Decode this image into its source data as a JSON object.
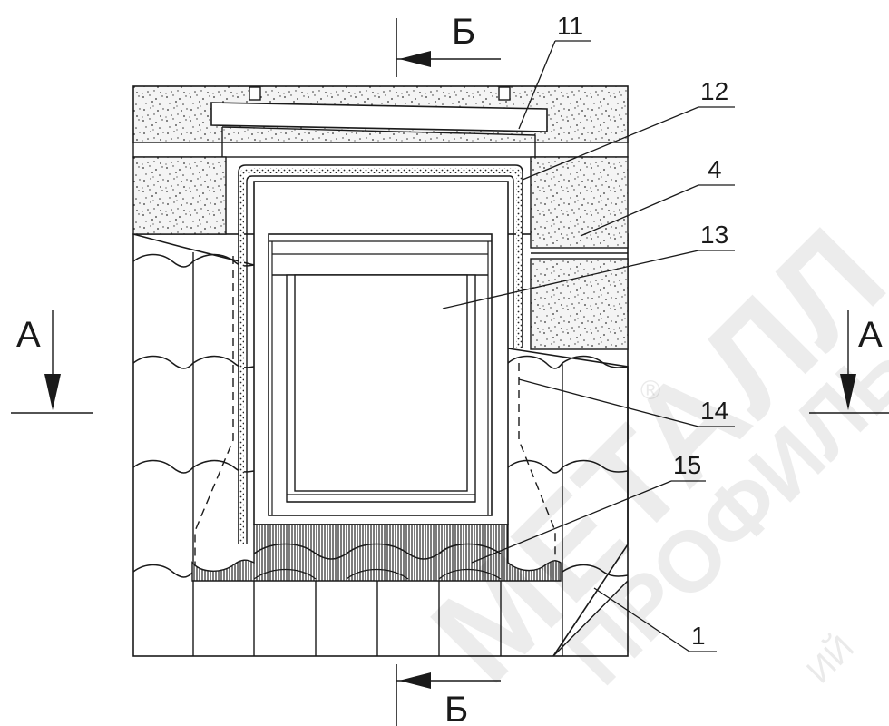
{
  "section_labels": {
    "section_a": "А",
    "section_b": "Б"
  },
  "callouts": [
    "11",
    "12",
    "4",
    "13",
    "14",
    "15",
    "1"
  ],
  "watermark": {
    "text": "МЕТАЛЛ ПРОФИЛЬ",
    "brand_part1": "МЕТАЛЛ",
    "brand_part2": "ПРОФИЛЬ",
    "tail": "ИЙ",
    "registered": "®"
  }
}
